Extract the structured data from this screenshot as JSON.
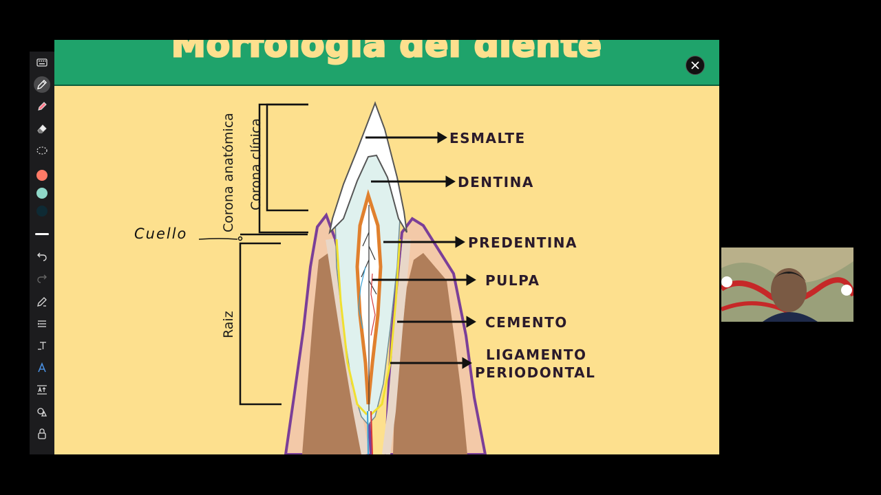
{
  "slide": {
    "title": "Morfología del diente",
    "labels": {
      "esmalte": "ESMALTE",
      "dentina": "DENTINA",
      "predentina": "PREDENTINA",
      "pulpa": "PULPA",
      "cemento": "CEMENTO",
      "ligamento_line1": "LIGAMENTO",
      "ligamento_line2": "PERIODONTAL"
    },
    "brackets": {
      "corona_anatomica": "Corona anatómica",
      "corona_clinica": "Corona clínica",
      "raiz": "Raiz"
    },
    "annotation_cuello": "Cuello",
    "colors": {
      "background": "#fde08e",
      "banner": "#1fa36b",
      "gum": "#f3c9a8",
      "gum_border": "#7b3f98",
      "bone": "#b07e5a",
      "pulp": "#dff1ee",
      "predentin_line": "#e0802e",
      "cement_line": "#f0e030"
    }
  },
  "toolbar": {
    "tools": [
      "keyboard-icon",
      "pen-icon",
      "highlighter-icon",
      "eraser-icon",
      "lasso-icon"
    ],
    "color_swatches": [
      "#ff7a66",
      "#8fd8c8",
      "#0e2a34"
    ],
    "actions": [
      "undo-icon",
      "redo-icon",
      "pencil-edit-icon",
      "format-lines-icon",
      "text-tool-icon",
      "font-a-icon",
      "text-size-icon",
      "shapes-icon",
      "lock-icon"
    ]
  },
  "window": {
    "close_icon": "close-icon"
  }
}
